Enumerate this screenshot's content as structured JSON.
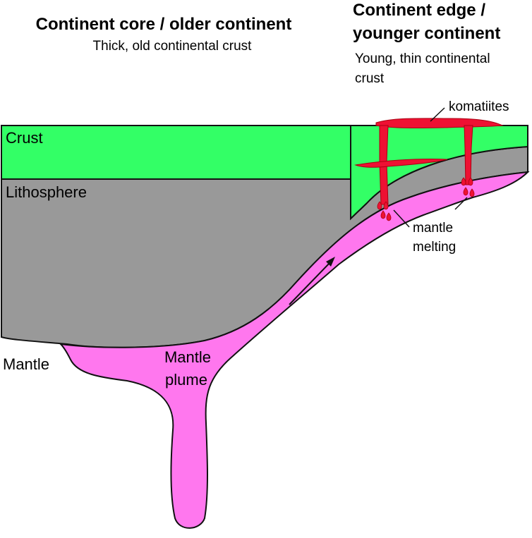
{
  "colors": {
    "crust": "#33ff66",
    "lithosphere": "#999999",
    "plume": "#ff77ee",
    "komatiite": "#ee1133",
    "outline": "#111111"
  },
  "headings": {
    "core_title": "Continent core / older continent",
    "core_subtitle": "Thick, old continental crust",
    "edge_title_line1": "Continent edge /",
    "edge_title_line2": "younger continent",
    "edge_subtitle_line1": "Young, thin continental",
    "edge_subtitle_line2": "crust"
  },
  "labels": {
    "crust": "Crust",
    "lithosphere": "Lithosphere",
    "mantle": "Mantle",
    "plume_line1": "Mantle",
    "plume_line2": "plume",
    "komatiites": "komatiites",
    "melting_line1": "mantle",
    "melting_line2": "melting"
  },
  "icons": {
    "flow_arrow": "arrow-up-right-icon",
    "melt_droplet": "droplet-icon"
  }
}
